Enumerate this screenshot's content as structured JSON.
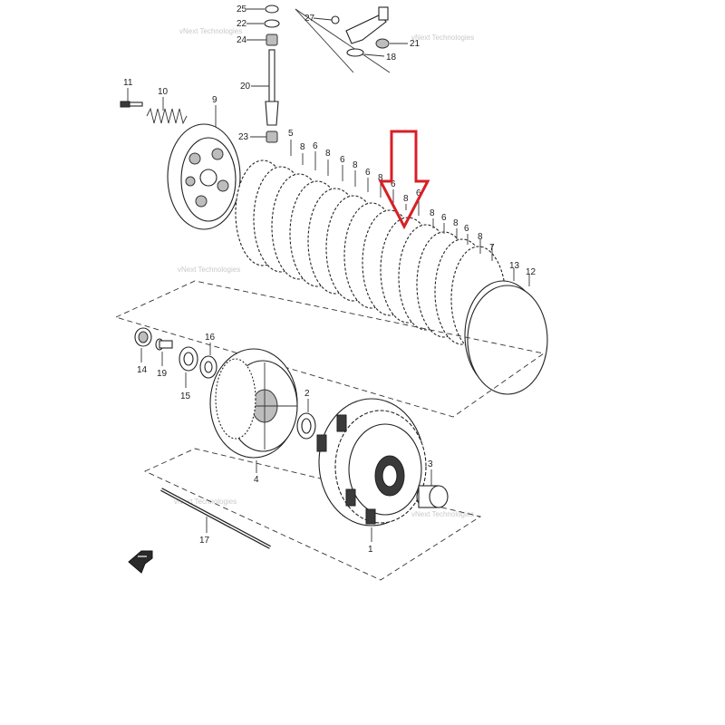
{
  "watermark": "vNext Technologies",
  "arrow_color": "#d81f26",
  "part_labels": {
    "p1": "1",
    "p2": "2",
    "p3": "3",
    "p4": "4",
    "p5": "5",
    "p6a": "6",
    "p6b": "6",
    "p6c": "6",
    "p6d": "6",
    "p6e": "6",
    "p6f": "6",
    "p7": "7",
    "p8a": "8",
    "p8b": "8",
    "p8c": "8",
    "p8d": "8",
    "p8e": "8",
    "p8f": "8",
    "p8g": "8",
    "p9": "9",
    "p10": "10",
    "p11": "11",
    "p12": "12",
    "p13": "13",
    "p14": "14",
    "p15": "15",
    "p16": "16",
    "p17": "17",
    "p18": "18",
    "p19": "19",
    "p20": "20",
    "p21": "21",
    "p22": "22",
    "p23": "23",
    "p24": "24",
    "p25": "25",
    "p27": "27"
  }
}
